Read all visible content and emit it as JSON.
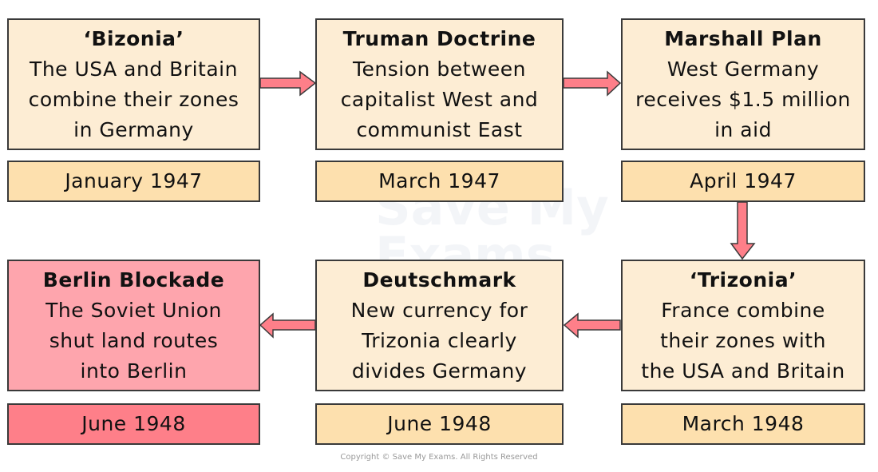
{
  "colors": {
    "card": "#fdedd4",
    "date": "#fde0ae",
    "highlight_card": "#fea5ad",
    "highlight_date": "#fe7f89",
    "arrow": "#fe7f89"
  },
  "events": [
    {
      "title": "‘Bizonia’",
      "lines": [
        "The USA and Britain",
        "combine their zones",
        "in Germany"
      ],
      "date": "January 1947"
    },
    {
      "title": "Truman Doctrine",
      "lines": [
        "Tension between",
        "capitalist West and",
        "communist East"
      ],
      "date": "March 1947"
    },
    {
      "title": "Marshall Plan",
      "lines": [
        "West Germany",
        "receives $1.5 million",
        "in aid"
      ],
      "date": "April 1947"
    },
    {
      "title": "‘Trizonia’",
      "lines": [
        "France combine",
        "their zones with",
        "the USA and Britain"
      ],
      "date": "March 1948"
    },
    {
      "title": "Deutschmark",
      "lines": [
        "New currency for",
        "Trizonia clearly",
        "divides Germany"
      ],
      "date": "June 1948"
    },
    {
      "title": "Berlin Blockade",
      "lines": [
        "The Soviet Union",
        "shut land routes",
        "into Berlin"
      ],
      "date": "June 1948"
    }
  ],
  "watermark": "Save My Exams",
  "copyright": "Copyright © Save My Exams. All Rights Reserved"
}
